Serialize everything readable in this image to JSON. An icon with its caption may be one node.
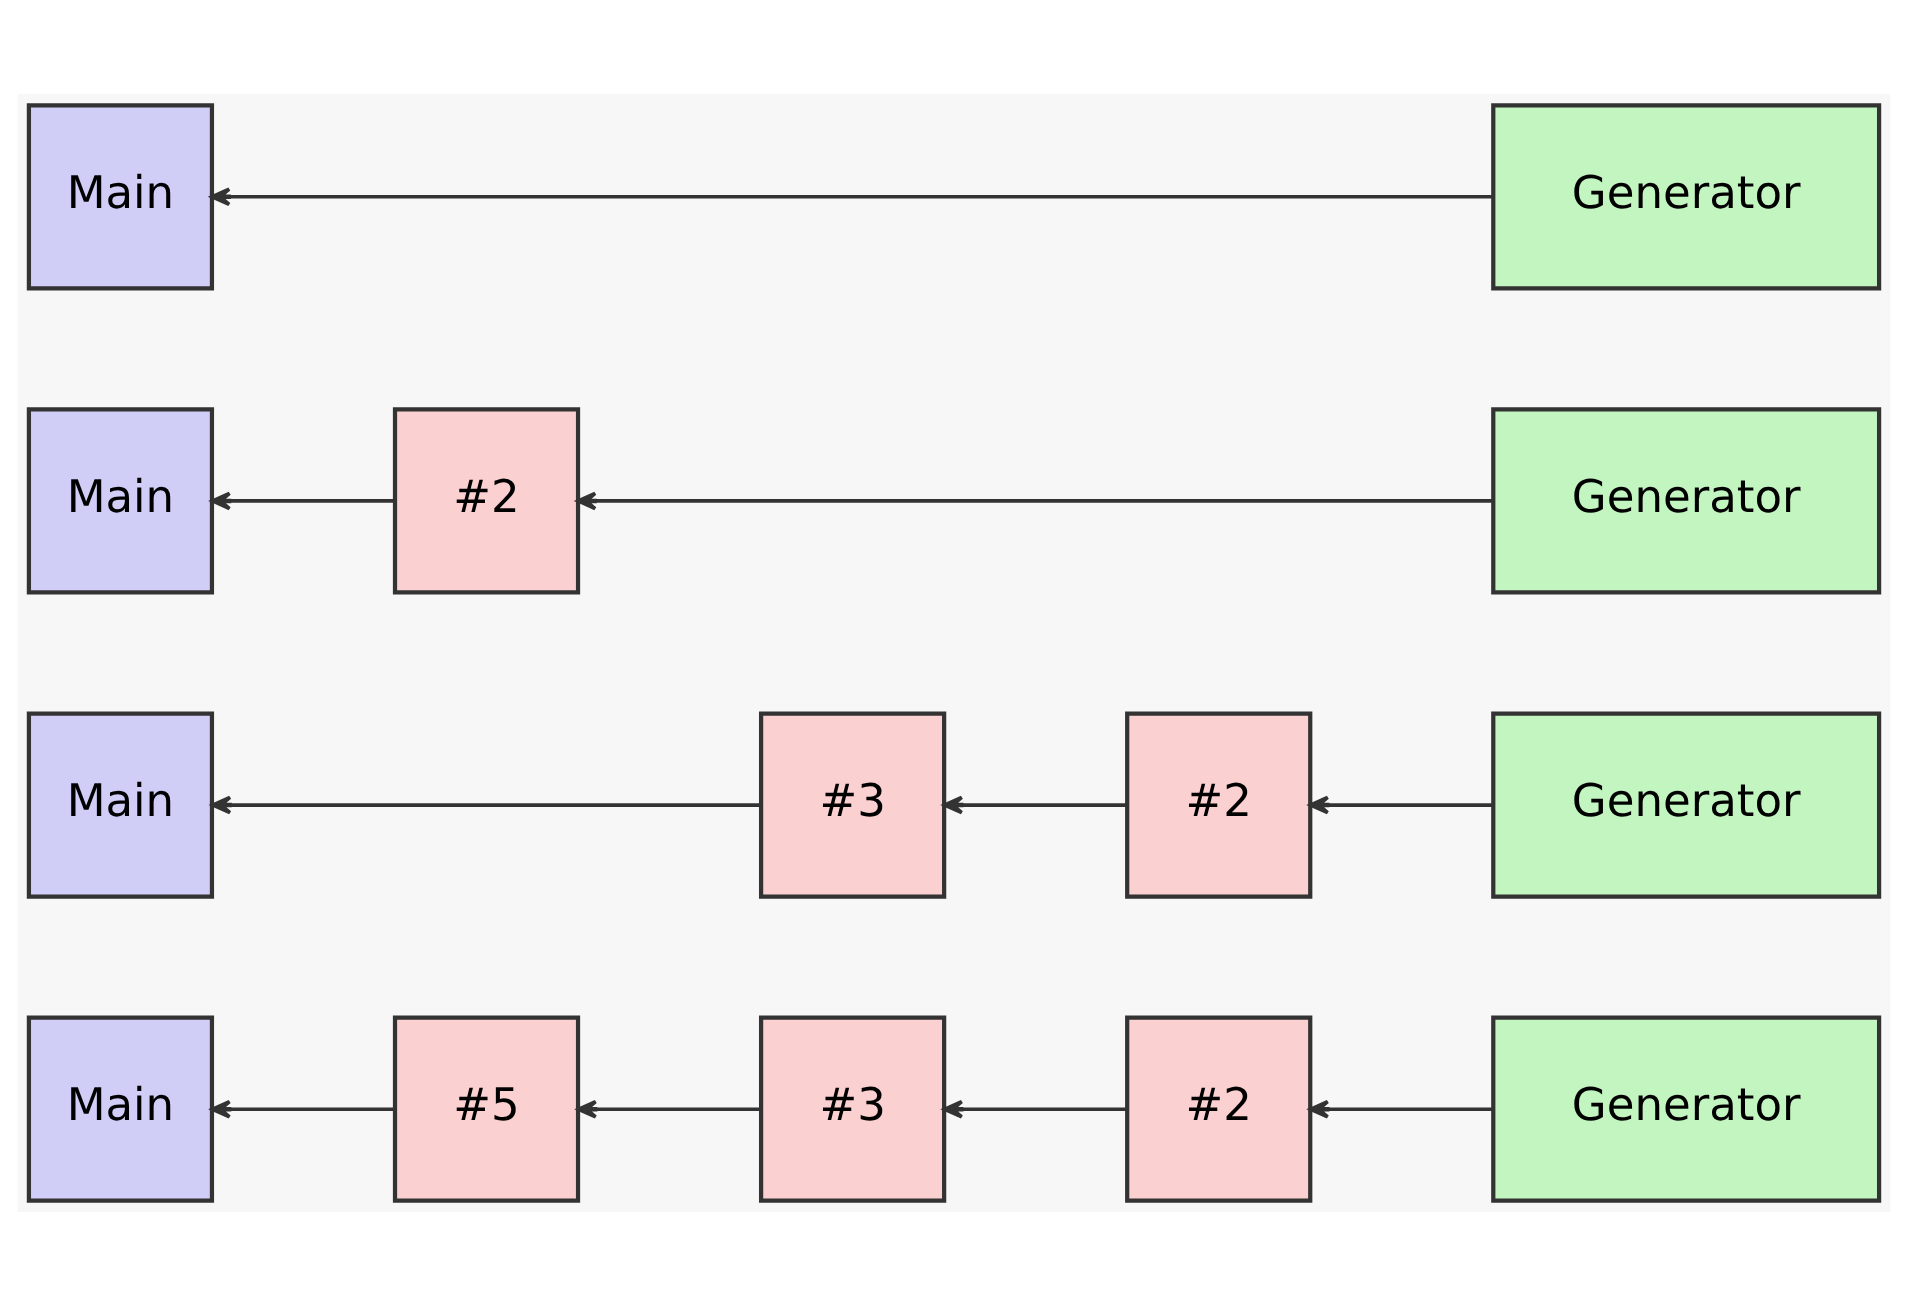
{
  "diagram": {
    "nodes": [
      {
        "text": [
          "Main"
        ]
      },
      {
        "text": [
          "Generator"
        ]
      },
      {
        "text": [
          "Main"
        ]
      },
      {
        "text": [
          "#2"
        ]
      },
      {
        "text": [
          "Generator"
        ]
      },
      {
        "text": [
          "Main"
        ]
      },
      {
        "text": [
          "#3"
        ]
      },
      {
        "text": [
          "#2"
        ]
      },
      {
        "text": [
          "Generator"
        ]
      },
      {
        "text": [
          "Main"
        ]
      },
      {
        "text": [
          "#5"
        ]
      },
      {
        "text": [
          "#3"
        ]
      },
      {
        "text": [
          "#2"
        ]
      },
      {
        "text": [
          "Generator"
        ]
      }
    ],
    "edges": [
      {
        "from": 1,
        "to": 0,
        "arrow": "to"
      },
      {
        "from": 4,
        "to": 3,
        "arrow": "to"
      },
      {
        "from": 3,
        "to": 2,
        "arrow": "to"
      },
      {
        "from": 8,
        "to": 7,
        "arrow": "to"
      },
      {
        "from": 7,
        "to": 6,
        "arrow": "to"
      },
      {
        "from": 6,
        "to": 5,
        "arrow": "to"
      },
      {
        "from": 13,
        "to": 12,
        "arrow": "to"
      },
      {
        "from": 12,
        "to": 11,
        "arrow": "to"
      },
      {
        "from": 11,
        "to": 10,
        "arrow": "to"
      },
      {
        "from": 10,
        "to": 9,
        "arrow": "to"
      }
    ]
  }
}
